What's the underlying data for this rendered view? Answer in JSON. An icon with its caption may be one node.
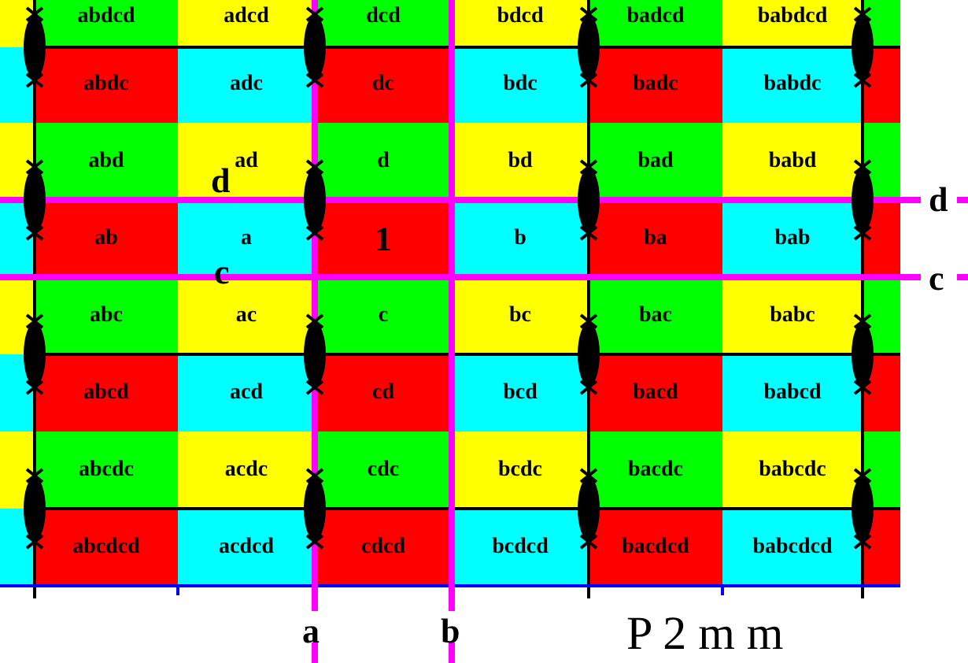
{
  "diagram": {
    "title": "P 2 m m",
    "nodes": [
      {
        "text": [
          "abdcd"
        ]
      },
      {
        "text": [
          "adcd"
        ]
      },
      {
        "text": [
          "dcd"
        ]
      },
      {
        "text": [
          "bdcd"
        ]
      },
      {
        "text": [
          "badcd"
        ]
      },
      {
        "text": [
          "babdcd"
        ]
      },
      {
        "text": [
          "abdc"
        ]
      },
      {
        "text": [
          "adc"
        ]
      },
      {
        "text": [
          "dc"
        ]
      },
      {
        "text": [
          "bdc"
        ]
      },
      {
        "text": [
          "badc"
        ]
      },
      {
        "text": [
          "babdc"
        ]
      },
      {
        "text": [
          "abd"
        ]
      },
      {
        "text": [
          "ad"
        ]
      },
      {
        "text": [
          "d"
        ]
      },
      {
        "text": [
          "bd"
        ]
      },
      {
        "text": [
          "bad"
        ]
      },
      {
        "text": [
          "babd"
        ]
      },
      {
        "text": [
          "ab"
        ]
      },
      {
        "text": [
          "a"
        ]
      },
      {
        "text": [
          "1"
        ]
      },
      {
        "text": [
          "b"
        ]
      },
      {
        "text": [
          "ba"
        ]
      },
      {
        "text": [
          "bab"
        ]
      },
      {
        "text": [
          "abc"
        ]
      },
      {
        "text": [
          "ac"
        ]
      },
      {
        "text": [
          "c"
        ]
      },
      {
        "text": [
          "bc"
        ]
      },
      {
        "text": [
          "bac"
        ]
      },
      {
        "text": [
          "babc"
        ]
      },
      {
        "text": [
          "abcd"
        ]
      },
      {
        "text": [
          "acd"
        ]
      },
      {
        "text": [
          "cd"
        ]
      },
      {
        "text": [
          "bcd"
        ]
      },
      {
        "text": [
          "bacd"
        ]
      },
      {
        "text": [
          "babcd"
        ]
      },
      {
        "text": [
          "abcdc"
        ]
      },
      {
        "text": [
          "acdc"
        ]
      },
      {
        "text": [
          "cdc"
        ]
      },
      {
        "text": [
          "bcdc"
        ]
      },
      {
        "text": [
          "bacdc"
        ]
      },
      {
        "text": [
          "babcdc"
        ]
      },
      {
        "text": [
          "abcdcd"
        ]
      },
      {
        "text": [
          "acdcd"
        ]
      },
      {
        "text": [
          "cdcd"
        ]
      },
      {
        "text": [
          "bcdcd"
        ]
      },
      {
        "text": [
          "bacdcd"
        ]
      },
      {
        "text": [
          "babcdcd"
        ]
      }
    ],
    "labels": [
      "d",
      "d",
      "c",
      "c",
      "a",
      "b"
    ]
  }
}
